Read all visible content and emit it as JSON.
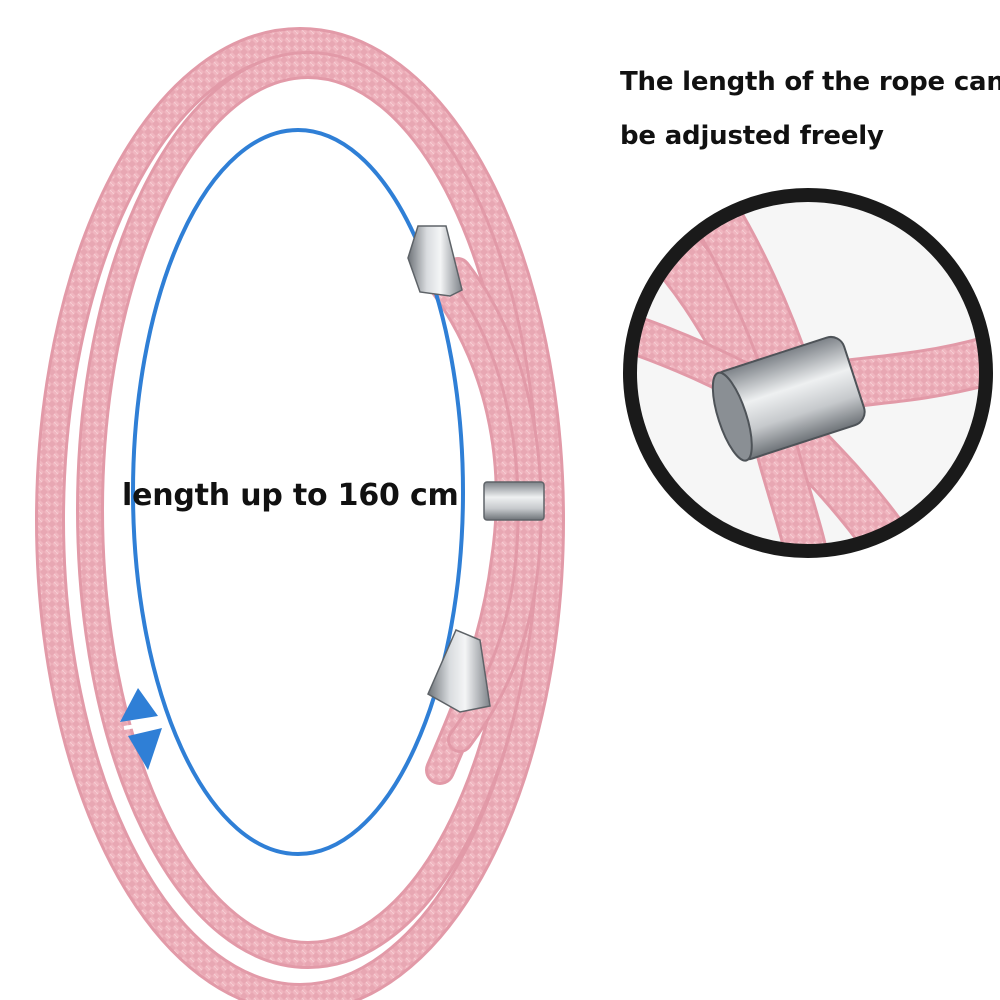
{
  "captions": {
    "adjust_line_1": "The length of the rope can",
    "adjust_line_2": "be adjusted freely",
    "length": "length up to 160 cm"
  },
  "colors": {
    "rope": "#f0b6c0",
    "rope_edge": "#e29aa8",
    "measure_line": "#2f7fd6",
    "metal": "#a8acb0",
    "ring": "#1a1a1a",
    "text": "#111111"
  },
  "icons": [
    "rope-loop",
    "metal-clip",
    "metal-end-cap",
    "double-arrow-icon",
    "zoom-circle"
  ]
}
